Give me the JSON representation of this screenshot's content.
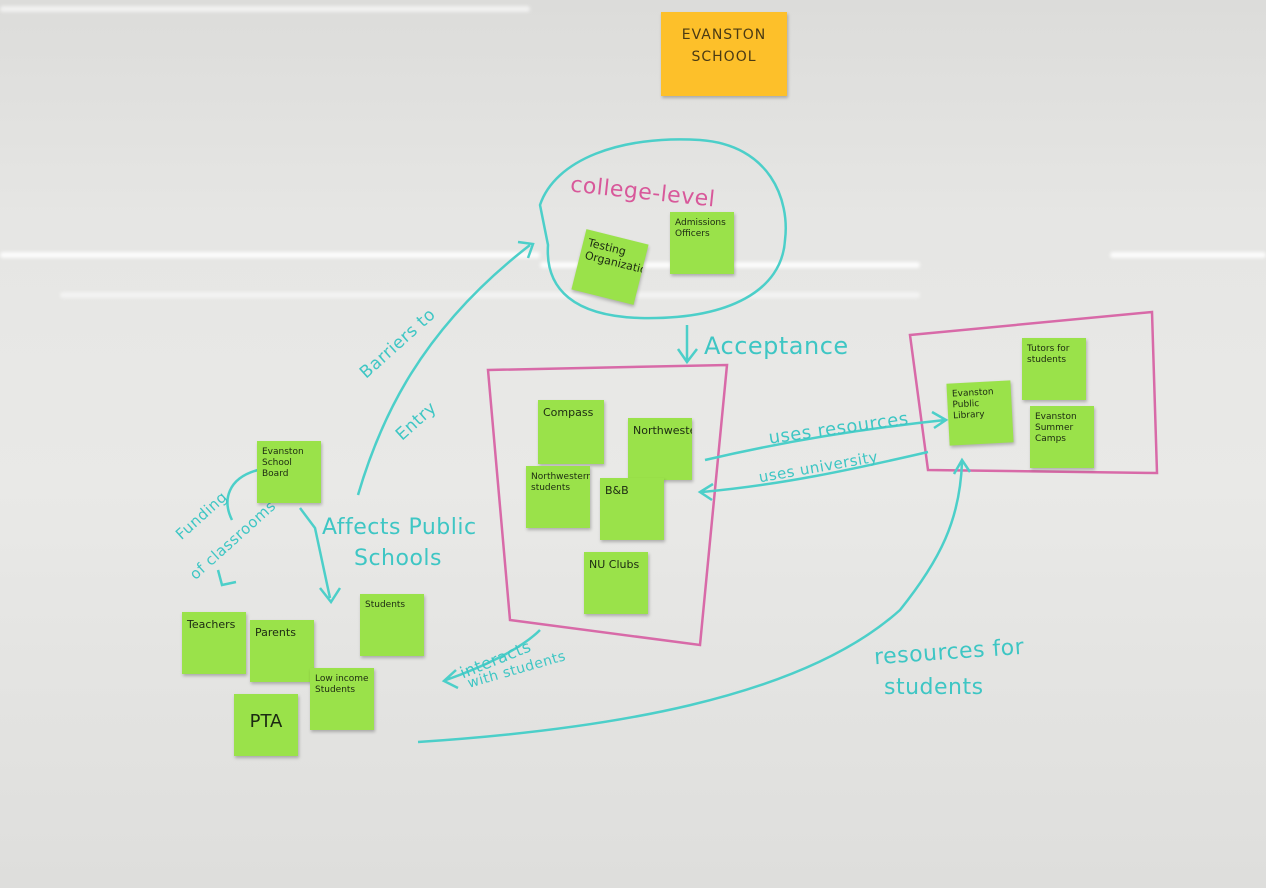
{
  "title_note": {
    "line1": "EVANSTON",
    "line2": "SCHOOL"
  },
  "groups": {
    "college_level": "college-level"
  },
  "notes": {
    "testing_organization": "Testing Organization",
    "admissions_officers": "Admissions Officers",
    "compass": "Compass",
    "northwestern": "Northwestern",
    "northwestern_students": "Northwestern students",
    "bnb": "B&B",
    "nu_clubs": "NU Clubs",
    "evanston_public_library": "Evanston Public Library",
    "tutors_for_students": "Tutors for students",
    "evanston_summer_camps": "Evanston Summer Camps",
    "evanston_school_board": "Evanston School Board",
    "teachers": "Teachers",
    "parents": "Parents",
    "students": "Students",
    "low_income_students": "Low income Students",
    "pta": "PTA"
  },
  "ink_labels": {
    "acceptance": "Acceptance",
    "barriers_to_entry_1": "Barriers to",
    "barriers_to_entry_2": "Entry",
    "uses_resources": "uses resources",
    "uses_university": "uses university",
    "funding_of_classrooms_1": "Funding",
    "funding_of_classrooms_2": "of classrooms",
    "affects_public_schools_1": "Affects Public",
    "affects_public_schools_2": "Schools",
    "interacts_with_students_1": "interacts",
    "interacts_with_students_2": "with students",
    "resources_for_students_1": "resources for",
    "resources_for_students_2": "students"
  },
  "colors": {
    "sticky_green": "#9ae24a",
    "sticky_orange": "#fdc02a",
    "marker_teal": "#3ec6c4",
    "marker_pink": "#d8589a",
    "board": "#e6e6e4"
  }
}
